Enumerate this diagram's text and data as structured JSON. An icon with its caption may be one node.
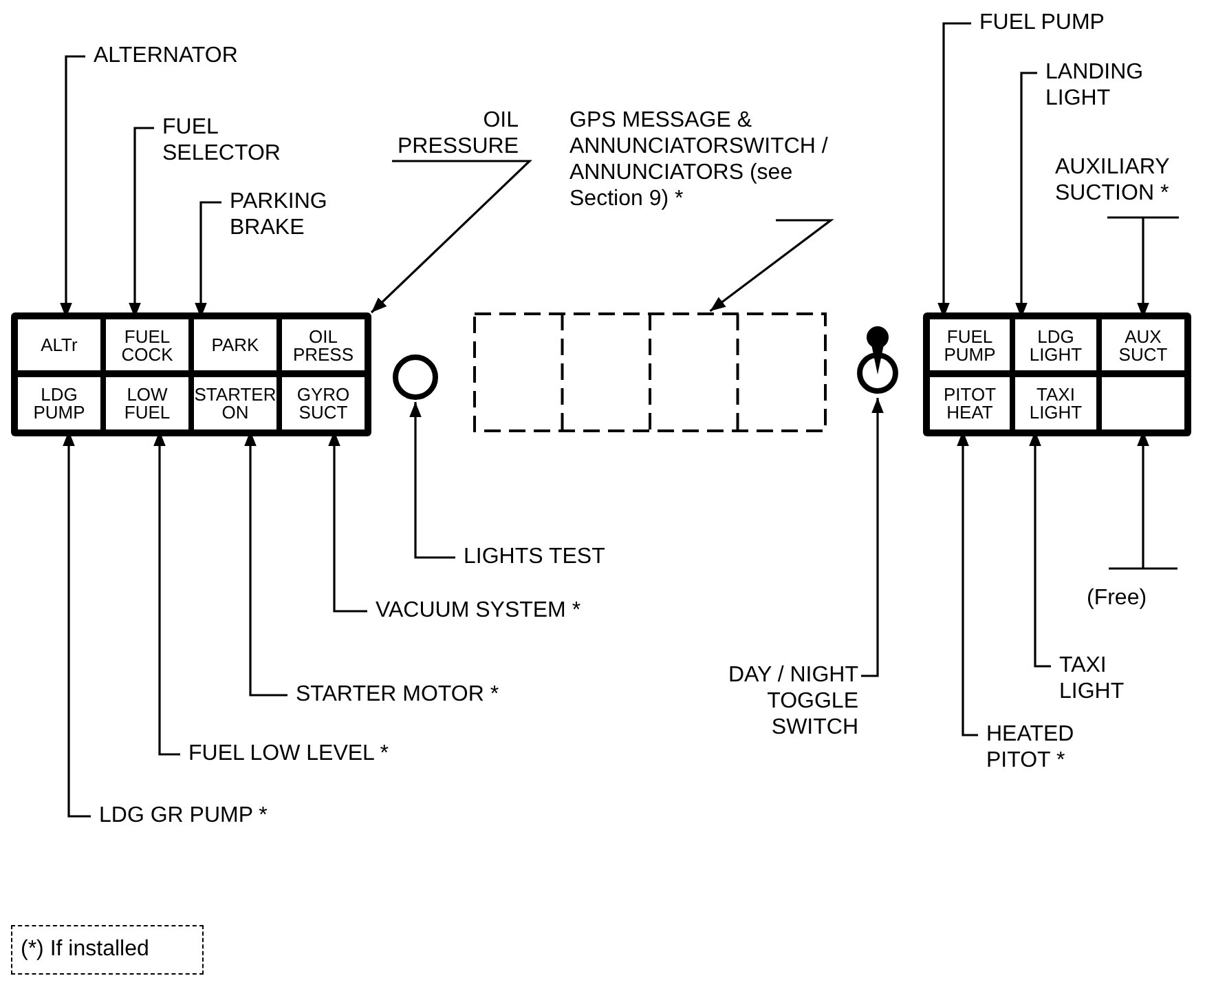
{
  "diagram": {
    "nodes": [
      {
        "text": [
          "ALTERNATOR"
        ]
      },
      {
        "text": [
          "FUEL PUMP"
        ]
      },
      {
        "text": [
          "LANDING LIGHT"
        ]
      },
      {
        "text": [
          "FUEL SELECTOR"
        ]
      },
      {
        "text": [
          "OIL PRESSURE"
        ]
      },
      {
        "text": [
          "GPS MESSAGE & ANNUNCIATORSWITCH / ANNUNCIATORS (see Section 9) *"
        ]
      },
      {
        "text": [
          "AUXILIARY SUCTION *"
        ]
      },
      {
        "text": [
          "PARKING BRAKE"
        ]
      },
      {
        "text": [
          "ALTr"
        ]
      },
      {
        "text": [
          "FUEL COCK"
        ]
      },
      {
        "text": [
          "PARK"
        ]
      },
      {
        "text": [
          "OIL PRESS"
        ]
      },
      {
        "text": [
          "LDG PUMP"
        ]
      },
      {
        "text": [
          "LOW FUEL"
        ]
      },
      {
        "text": [
          "STARTER ON"
        ]
      },
      {
        "text": [
          "GYRO SUCT"
        ]
      },
      {
        "text": [],
        "shape": "circle"
      },
      {
        "text": [],
        "shape": "box"
      },
      {
        "text": [],
        "shape": "circle"
      },
      {
        "text": [
          "FUEL PUMP"
        ]
      },
      {
        "text": [
          "LDG LIGHT"
        ]
      },
      {
        "text": [
          "AUX SUCT"
        ]
      },
      {
        "text": [
          "PITOT HEAT"
        ]
      },
      {
        "text": [
          "TAXI LIGHT"
        ]
      },
      {
        "text": [],
        "shape": "box"
      },
      {
        "text": [
          "LIGHTS TEST"
        ]
      },
      {
        "text": [
          "(Free)"
        ]
      },
      {
        "text": [
          "VACUUM SYSTEM *"
        ]
      },
      {
        "text": [
          "DAY / NIGHT TOGGLE SWITCH"
        ]
      },
      {
        "text": [
          "TAXI LIGHT"
        ]
      },
      {
        "text": [
          "STARTER MOTOR *"
        ]
      },
      {
        "text": [
          "HEATED PITOT *"
        ]
      },
      {
        "text": [
          "FUEL LOW LEVEL *"
        ]
      },
      {
        "text": [
          "LDG GR PUMP *"
        ]
      },
      {
        "text": [
          "(*) If installed"
        ]
      }
    ],
    "edges": [
      {
        "from": 0,
        "to": 8,
        "arrow": "to"
      },
      {
        "from": 3,
        "to": 9,
        "arrow": "to"
      },
      {
        "from": 7,
        "to": 10,
        "arrow": "to"
      },
      {
        "from": 4,
        "to": 11,
        "arrow": "to"
      },
      {
        "from": 5,
        "to": 17,
        "arrow": "to"
      },
      {
        "from": 1,
        "to": 19,
        "arrow": "to"
      },
      {
        "from": 2,
        "to": 20,
        "arrow": "to"
      },
      {
        "from": 6,
        "to": 21,
        "arrow": "to"
      },
      {
        "from": 33,
        "to": 12,
        "arrow": "to"
      },
      {
        "from": 32,
        "to": 13,
        "arrow": "to"
      },
      {
        "from": 30,
        "to": 14,
        "arrow": "to"
      },
      {
        "from": 27,
        "to": 15,
        "arrow": "to"
      },
      {
        "from": 25,
        "to": 16,
        "arrow": "to"
      },
      {
        "from": 28,
        "to": 18,
        "arrow": "to"
      },
      {
        "from": 31,
        "to": 22,
        "arrow": "to"
      },
      {
        "from": 29,
        "to": 23,
        "arrow": "to"
      },
      {
        "from": 26,
        "to": 24,
        "arrow": "to"
      }
    ]
  }
}
